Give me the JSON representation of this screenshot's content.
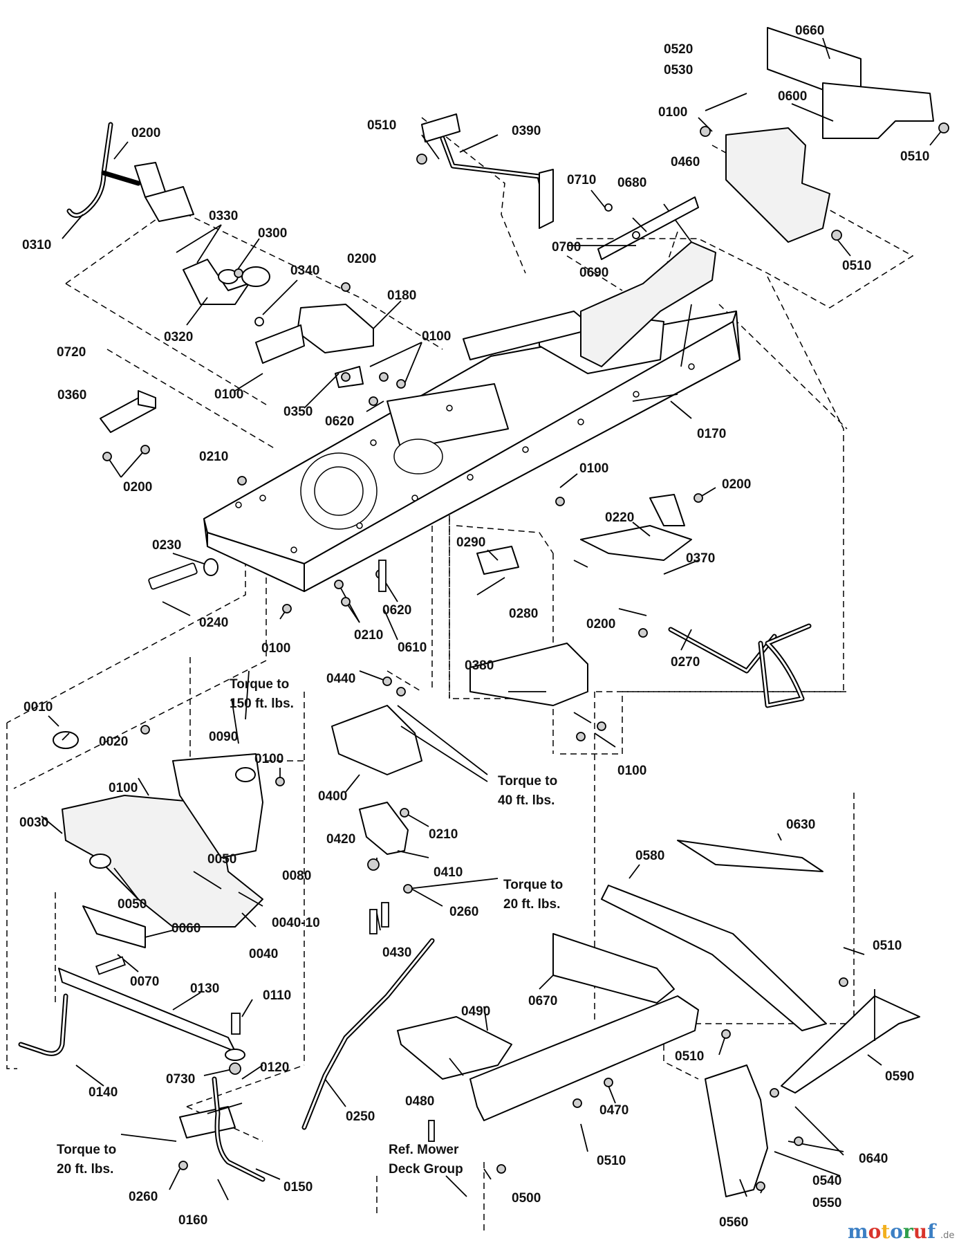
{
  "labels": {
    "p0010": "0010",
    "p0020": "0020",
    "p0030": "0030",
    "p0040": "0040",
    "p0040_10": "0040-10",
    "p0050a": "0050",
    "p0050b": "0050",
    "p0060": "0060",
    "p0070": "0070",
    "p0080": "0080",
    "p0090": "0090",
    "p0100a": "0100",
    "p0100b": "0100",
    "p0100c": "0100",
    "p0100d": "0100",
    "p0100e": "0100",
    "p0100f": "0100",
    "p0100g": "0100",
    "p0100h": "0100",
    "p0110": "0110",
    "p0120": "0120",
    "p0130": "0130",
    "p0140": "0140",
    "p0150": "0150",
    "p0160": "0160",
    "p0170": "0170",
    "p0180": "0180",
    "p0200a": "0200",
    "p0200b": "0200",
    "p0200c": "0200",
    "p0200d": "0200",
    "p0200e": "0200",
    "p0210a": "0210",
    "p0210b": "0210",
    "p0210c": "0210",
    "p0220": "0220",
    "p0230": "0230",
    "p0240": "0240",
    "p0250": "0250",
    "p0260a": "0260",
    "p0260b": "0260",
    "p0270": "0270",
    "p0280": "0280",
    "p0290": "0290",
    "p0300": "0300",
    "p0310": "0310",
    "p0320": "0320",
    "p0330": "0330",
    "p0340": "0340",
    "p0350": "0350",
    "p0360": "0360",
    "p0370": "0370",
    "p0380": "0380",
    "p0390": "0390",
    "p0400": "0400",
    "p0410": "0410",
    "p0420": "0420",
    "p0430": "0430",
    "p0440": "0440",
    "p0460": "0460",
    "p0470": "0470",
    "p0480": "0480",
    "p0490": "0490",
    "p0500": "0500",
    "p0510a": "0510",
    "p0510b": "0510",
    "p0510c": "0510",
    "p0510d": "0510",
    "p0510e": "0510",
    "p0510f": "0510",
    "p0520": "0520",
    "p0530": "0530",
    "p0540": "0540",
    "p0550": "0550",
    "p0560": "0560",
    "p0580": "0580",
    "p0590": "0590",
    "p0600": "0600",
    "p0610": "0610",
    "p0620a": "0620",
    "p0620b": "0620",
    "p0630": "0630",
    "p0640": "0640",
    "p0660": "0660",
    "p0670": "0670",
    "p0680": "0680",
    "p0690": "0690",
    "p0700": "0700",
    "p0710": "0710",
    "p0720": "0720",
    "p0730": "0730"
  },
  "notes": {
    "torque150_l1": "Torque to",
    "torque150_l2": "150 ft. lbs.",
    "torque40_l1": "Torque to",
    "torque40_l2": "40 ft. lbs.",
    "torque20a_l1": "Torque to",
    "torque20a_l2": "20 ft. lbs.",
    "torque20b_l1": "Torque to",
    "torque20b_l2": "20 ft. lbs.",
    "mower_l1": "Ref. Mower",
    "mower_l2": "Deck Group"
  },
  "watermark": {
    "brand": "motoruf",
    "suffix": ".de",
    "colors": [
      "#3b7fc4",
      "#d9342b",
      "#f2b01e",
      "#3b7fc4",
      "#2e9e4a",
      "#d9342b",
      "#3b7fc4"
    ]
  }
}
